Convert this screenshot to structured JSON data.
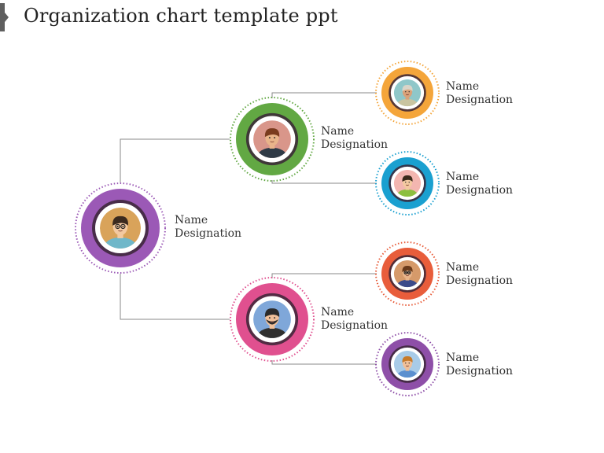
{
  "title": "Organization chart template ppt",
  "nodes": [
    {
      "id": "root",
      "name": "Name",
      "designation": "Designation",
      "color": "#9b59b6",
      "avatar": "man-glasses-avatar"
    },
    {
      "id": "mgr1",
      "name": "Name",
      "designation": "Designation",
      "color": "#62a843",
      "avatar": "man-suit-avatar"
    },
    {
      "id": "mgr2",
      "name": "Name",
      "designation": "Designation",
      "color": "#e0508f",
      "avatar": "bearded-man-avatar"
    },
    {
      "id": "emp1",
      "name": "Name",
      "designation": "Designation",
      "color": "#f4a53a",
      "avatar": "older-man-avatar"
    },
    {
      "id": "emp2",
      "name": "Name",
      "designation": "Designation",
      "color": "#1aa0d0",
      "avatar": "man-avatar"
    },
    {
      "id": "emp3",
      "name": "Name",
      "designation": "Designation",
      "color": "#e85d3b",
      "avatar": "man-glasses-avatar"
    },
    {
      "id": "emp4",
      "name": "Name",
      "designation": "Designation",
      "color": "#8e4fa8",
      "avatar": "young-man-avatar"
    }
  ]
}
